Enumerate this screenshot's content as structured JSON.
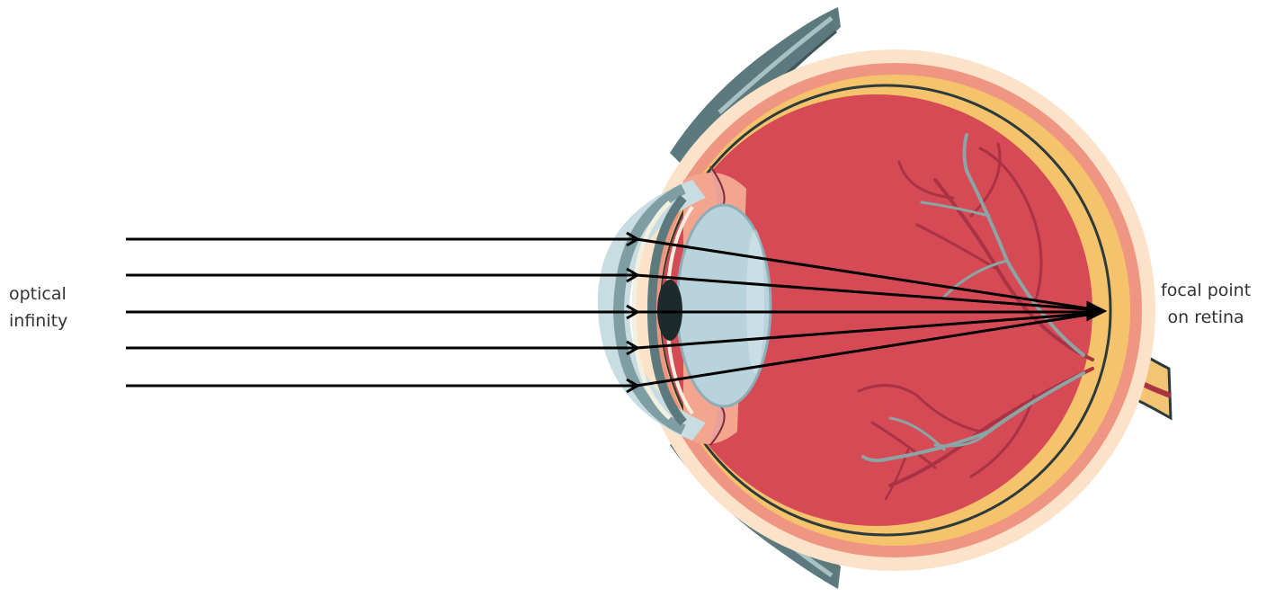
{
  "labels": {
    "source": [
      "optical",
      "infinity"
    ],
    "focus": [
      "focal point",
      "on retina"
    ]
  },
  "colors": {
    "eyeball_outer": "#fbe2c8",
    "sclera_pink": "#ee9682",
    "interior": "#d64a55",
    "choroid_yellow": "#f6c36d",
    "retina_line": "#2c3a3c",
    "eyelid": "#5c7a7e",
    "eyelid_light": "#a8c1c2",
    "lens": "#b9d3dc",
    "cornea": "#c7dde2",
    "pupil": "#1d2a2c",
    "vessel_red": "#a93343",
    "vessel_gray": "#8aa5a4",
    "optic_nerve": "#f3c474",
    "ray": "#000000"
  },
  "rays": {
    "count": 5
  }
}
